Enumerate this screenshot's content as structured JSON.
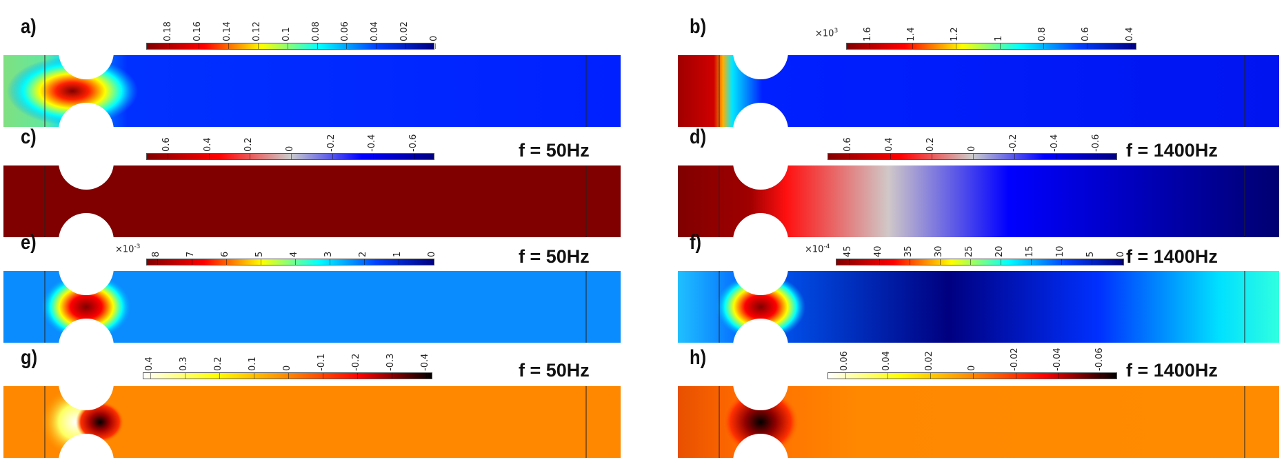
{
  "panels": [
    {
      "label": "a)",
      "freq": null,
      "colorbar": {
        "ticks": [
          "0.18",
          "0.16",
          "0.14",
          "0.12",
          "0.1",
          "0.08",
          "0.06",
          "0.04",
          "0.02",
          "0"
        ],
        "values": [
          0.18,
          0.16,
          0.14,
          0.12,
          0.1,
          0.08,
          0.06,
          0.04,
          0.02,
          0
        ],
        "range": [
          0.195,
          0
        ],
        "multiplier": null,
        "colormap": "jet"
      }
    },
    {
      "label": "b)",
      "freq": null,
      "colorbar": {
        "ticks": [
          "1.6",
          "1.4",
          "1.2",
          "1",
          "0.8",
          "0.6",
          "0.4"
        ],
        "values": [
          1.6,
          1.4,
          1.2,
          1,
          0.8,
          0.6,
          0.4
        ],
        "range": [
          1.7,
          0.37
        ],
        "multiplier": "×10",
        "multiplier_exp": "3",
        "colormap": "jet"
      }
    },
    {
      "label": "c)",
      "freq": "f = 50Hz",
      "colorbar": {
        "ticks": [
          "0.6",
          "0.4",
          "0.2",
          "0",
          "-0.2",
          "-0.4",
          "-0.6"
        ],
        "values": [
          0.6,
          0.4,
          0.2,
          0,
          -0.2,
          -0.4,
          -0.6
        ],
        "range": [
          0.7,
          -0.7
        ],
        "multiplier": null,
        "colormap": "wave"
      }
    },
    {
      "label": "d)",
      "freq": "f = 1400Hz",
      "colorbar": {
        "ticks": [
          "0.6",
          "0.4",
          "0.2",
          "0",
          "-0.2",
          "-0.4",
          "-0.6"
        ],
        "values": [
          0.6,
          0.4,
          0.2,
          0,
          -0.2,
          -0.4,
          -0.6
        ],
        "range": [
          0.7,
          -0.7
        ],
        "multiplier": null,
        "colormap": "wave"
      }
    },
    {
      "label": "e)",
      "freq": "f = 50Hz",
      "colorbar": {
        "ticks": [
          "8",
          "7",
          "6",
          "5",
          "4",
          "3",
          "2",
          "1",
          "0"
        ],
        "values": [
          8,
          7,
          6,
          5,
          4,
          3,
          2,
          1,
          0
        ],
        "range": [
          8.3,
          -0.05
        ],
        "multiplier": "×10",
        "multiplier_exp": "-3",
        "colormap": "jet"
      }
    },
    {
      "label": "f)",
      "freq": "f = 1400Hz",
      "colorbar": {
        "ticks": [
          "45",
          "40",
          "35",
          "30",
          "25",
          "20",
          "15",
          "10",
          "5",
          "0"
        ],
        "values": [
          45,
          40,
          35,
          30,
          25,
          20,
          15,
          10,
          5,
          0
        ],
        "range": [
          47,
          -0.5
        ],
        "multiplier": "×10",
        "multiplier_exp": "-4",
        "colormap": "jet"
      }
    },
    {
      "label": "g)",
      "freq": "f = 50Hz",
      "colorbar": {
        "ticks": [
          "0.4",
          "0.3",
          "0.2",
          "0.1",
          "0",
          "-0.1",
          "-0.2",
          "-0.3",
          "-0.4"
        ],
        "values": [
          0.4,
          0.3,
          0.2,
          0.1,
          0,
          -0.1,
          -0.2,
          -0.3,
          -0.4
        ],
        "range": [
          0.42,
          -0.42
        ],
        "multiplier": null,
        "colormap": "thermal"
      }
    },
    {
      "label": "h)",
      "freq": "f = 1400Hz",
      "colorbar": {
        "ticks": [
          "0.06",
          "0.04",
          "0.02",
          "0",
          "-0.02",
          "-0.04",
          "-0.06"
        ],
        "values": [
          0.06,
          0.04,
          0.02,
          0,
          -0.02,
          -0.04,
          -0.06
        ],
        "range": [
          0.068,
          -0.068
        ],
        "multiplier": null,
        "colormap": "thermal"
      }
    }
  ],
  "colormaps": {
    "jet": [
      "#800000",
      "#ff0000",
      "#ffff00",
      "#00ffff",
      "#0040ff",
      "#000080"
    ],
    "wave": [
      "#800000",
      "#ff0000",
      "#cccccc",
      "#0000ff",
      "#000080"
    ],
    "thermal": [
      "#ffffff",
      "#ffff00",
      "#ff8800",
      "#ff0000",
      "#000000"
    ]
  }
}
